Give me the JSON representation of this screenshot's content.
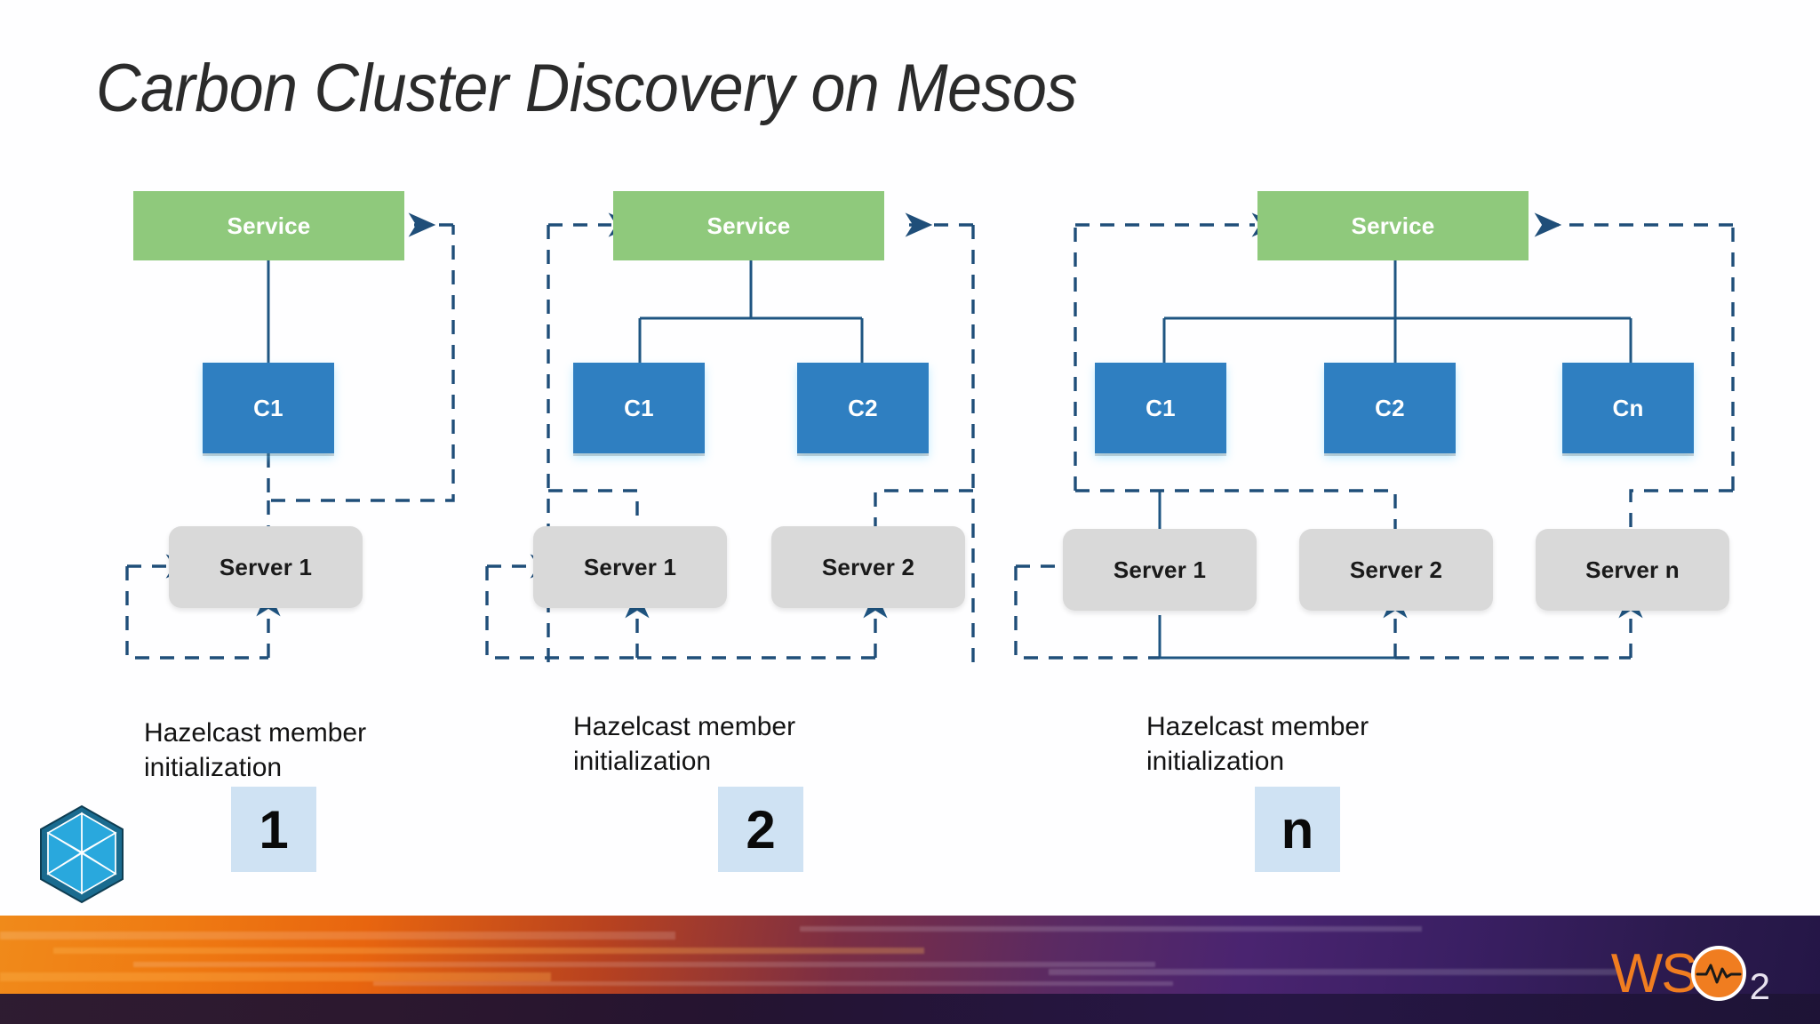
{
  "slide": {
    "title": "Carbon Cluster Discovery on Mesos",
    "background_color": "#ffffff"
  },
  "colors": {
    "service_green": "#8fc97c",
    "container_blue": "#2f7fc1",
    "server_gray": "#d9d9d9",
    "connector_solid": "#1f5582",
    "connector_dashed": "#1f4e79",
    "numbox_blue": "#cfe2f3",
    "title_color": "#2b2b2b",
    "wso2_orange": "#f07d20"
  },
  "columns": [
    {
      "id": "column-1",
      "service": {
        "label": "Service"
      },
      "containers": [
        {
          "label": "C1"
        }
      ],
      "servers": [
        {
          "label": "Server 1"
        }
      ],
      "caption": "Hazelcast member initialization",
      "step_number": "1"
    },
    {
      "id": "column-2",
      "service": {
        "label": "Service"
      },
      "containers": [
        {
          "label": "C1"
        },
        {
          "label": "C2"
        }
      ],
      "servers": [
        {
          "label": "Server 1"
        },
        {
          "label": "Server 2"
        }
      ],
      "caption": "Hazelcast member initialization",
      "step_number": "2"
    },
    {
      "id": "column-3",
      "service": {
        "label": "Service"
      },
      "containers": [
        {
          "label": "C1"
        },
        {
          "label": "C2"
        },
        {
          "label": "Cn"
        }
      ],
      "servers": [
        {
          "label": "Server 1"
        },
        {
          "label": "Server 2"
        },
        {
          "label": "Server n"
        }
      ],
      "caption": "Hazelcast member initialization",
      "step_number": "n"
    }
  ],
  "branding": {
    "hazelcast_logo_name": "hazelcast-logo-icon",
    "wso2_mark": "WS",
    "wso2_subscript": "2"
  }
}
